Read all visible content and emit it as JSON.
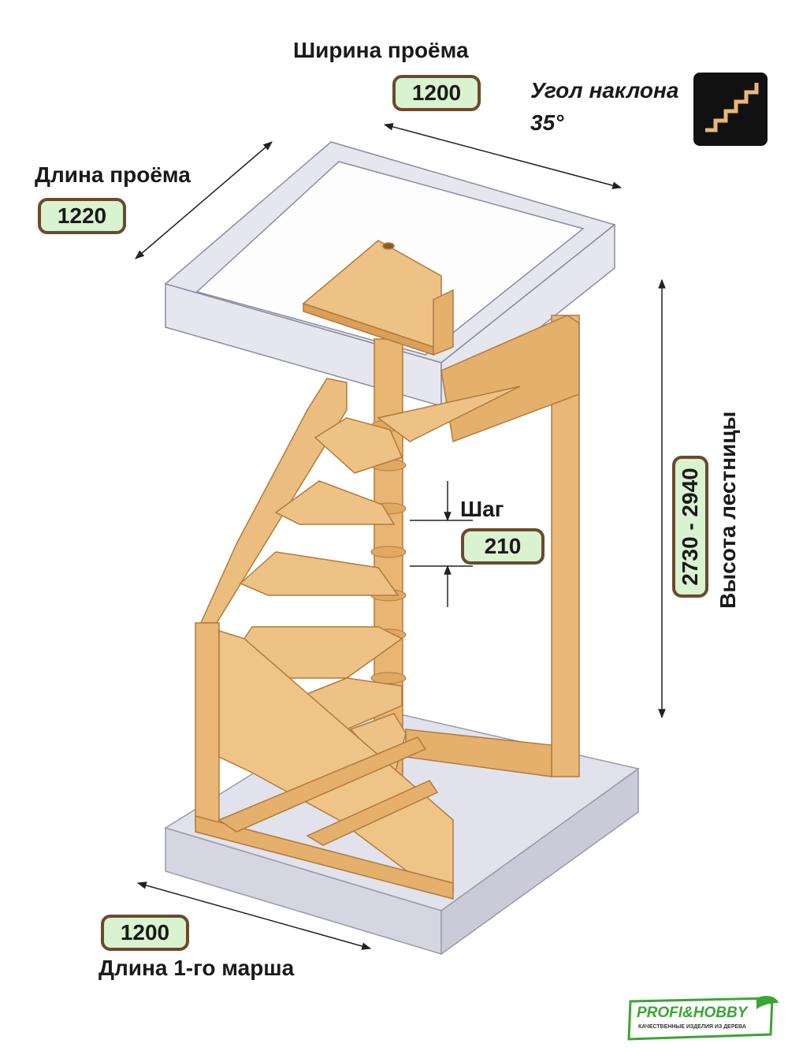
{
  "opening_width": {
    "label": "Ширина проёма",
    "value": "1200"
  },
  "opening_length": {
    "label": "Длина проёма",
    "value": "1220"
  },
  "incline": {
    "label": "Угол наклона",
    "value": "35°",
    "icon": "stairs-icon"
  },
  "step": {
    "label": "Шаг",
    "value": "210"
  },
  "height": {
    "label": "Высота лестницы",
    "value": "2730 - 2940"
  },
  "first_flight": {
    "label": "Длина 1-го марша",
    "value": "1200"
  },
  "brand": {
    "name": "PROFI&HOBBY",
    "tagline": "КАЧЕСТВЕННЫЕ ИЗДЕЛИЯ ИЗ ДЕРЕВА"
  },
  "colors": {
    "wood": "#e9b877",
    "wood_dark": "#c98f4a",
    "badge_fill": "#d9f2cf",
    "badge_border": "#6b4a2c",
    "glass": "#dfe0ec",
    "brand_green": "#3aa535"
  }
}
